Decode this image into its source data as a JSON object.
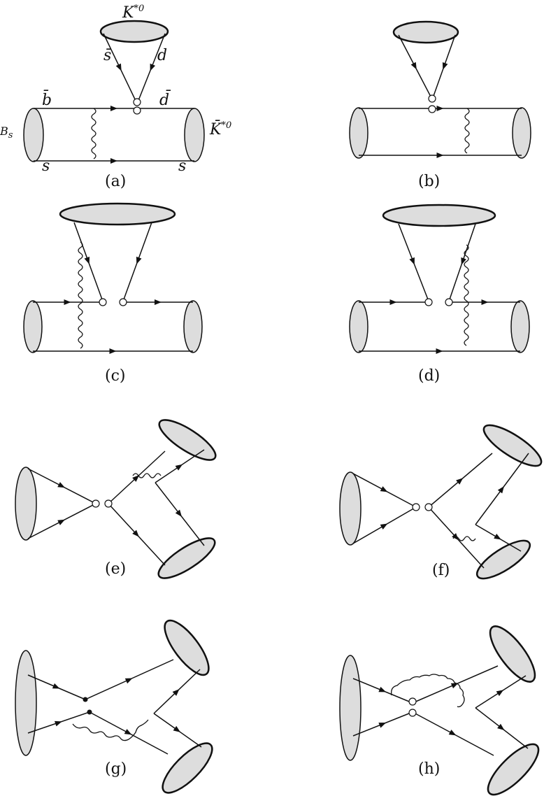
{
  "figure": {
    "panels": [
      {
        "id": "a",
        "caption": "(a)"
      },
      {
        "id": "b",
        "caption": "(b)"
      },
      {
        "id": "c",
        "caption": "(c)"
      },
      {
        "id": "d",
        "caption": "(d)"
      },
      {
        "id": "e",
        "caption": "(e)"
      },
      {
        "id": "f",
        "caption": "(f)"
      },
      {
        "id": "g",
        "caption": "(g)"
      },
      {
        "id": "h",
        "caption": "(h)"
      }
    ],
    "labels_a": {
      "kstar0_base": "K",
      "kstar0_sup": "*0",
      "sbar": "s̄",
      "d": "d",
      "bbar": "b̄",
      "dbar": "d̄",
      "bs_base": "B",
      "bs_sub": "s",
      "kbar_base": "K̄",
      "kbar_sup": "*0",
      "s_left": "s",
      "s_right": "s"
    }
  },
  "colors": {
    "line": "#111111",
    "meson_fill": "#dddddd"
  }
}
